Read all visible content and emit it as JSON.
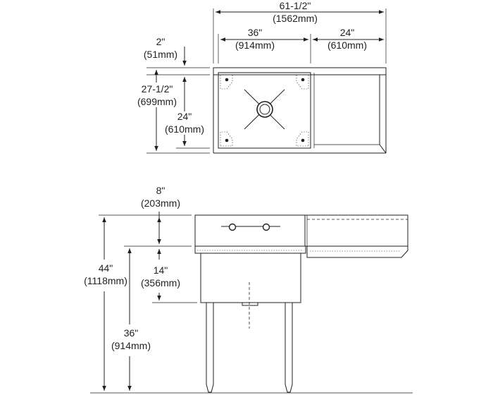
{
  "top_view": {
    "overall_width": {
      "imperial": "61-1/2\"",
      "metric": "(1562mm)"
    },
    "bowl_width": {
      "imperial": "36\"",
      "metric": "(914mm)"
    },
    "drainboard_width": {
      "imperial": "24\"",
      "metric": "(610mm)"
    },
    "backsplash_depth": {
      "imperial": "2\"",
      "metric": "(51mm)"
    },
    "overall_depth": {
      "imperial": "27-1/2\"",
      "metric": "(699mm)"
    },
    "bowl_depth": {
      "imperial": "24\"",
      "metric": "(610mm)"
    }
  },
  "front_view": {
    "backsplash_height": {
      "imperial": "8\"",
      "metric": "(203mm)"
    },
    "overall_height": {
      "imperial": "44\"",
      "metric": "(1118mm)"
    },
    "bowl_height": {
      "imperial": "14\"",
      "metric": "(356mm)"
    },
    "rim_height": {
      "imperial": "36\"",
      "metric": "(914mm)"
    }
  }
}
